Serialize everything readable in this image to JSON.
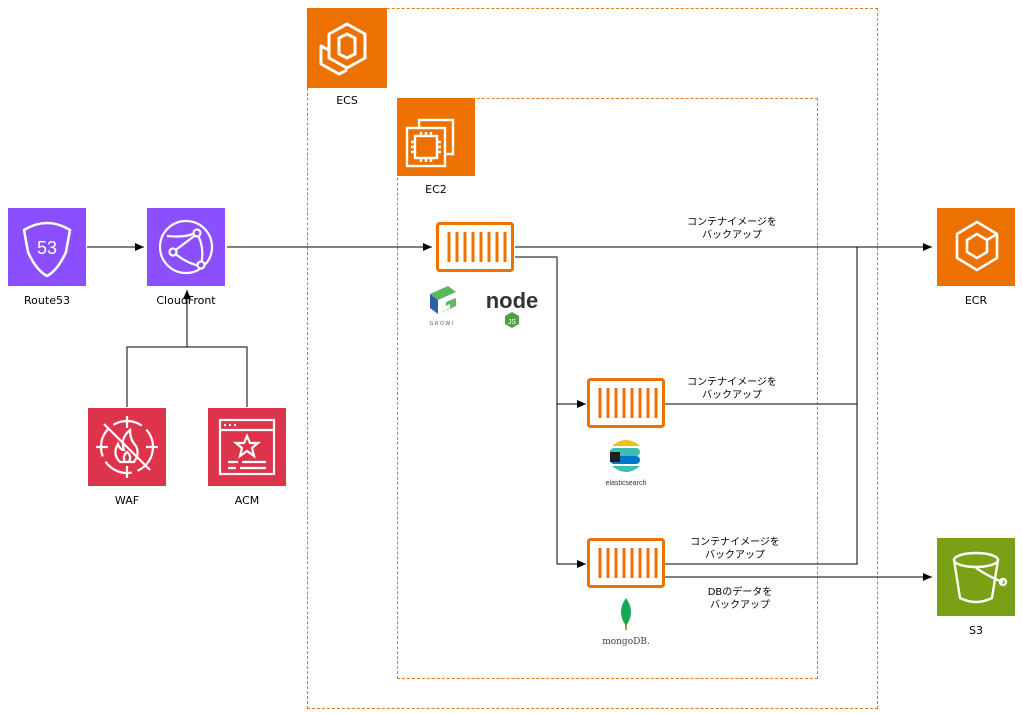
{
  "groups": {
    "ecs": {
      "label": "ECS"
    },
    "ec2": {
      "label": "EC2"
    }
  },
  "nodes": {
    "route53": {
      "label": "Route53",
      "badge": "53",
      "color": "#8C4FFF"
    },
    "cloudfront": {
      "label": "CloudFront",
      "color": "#8C4FFF"
    },
    "waf": {
      "label": "WAF",
      "color": "#DD344C"
    },
    "acm": {
      "label": "ACM",
      "color": "#DD344C"
    },
    "ecr": {
      "label": "ECR",
      "color": "#ED7100"
    },
    "s3": {
      "label": "S3",
      "color": "#7AA116"
    }
  },
  "containers": {
    "growi": {
      "logo_text": "GROWI"
    },
    "node": {
      "logo_text": "node",
      "badge": "JS"
    },
    "elasticsearch": {
      "logo_text": "elasticsearch"
    },
    "mongodb": {
      "logo_text": "mongoDB."
    }
  },
  "notes": {
    "backup1": {
      "line1": "コンテナイメージを",
      "line2": "バックアップ"
    },
    "backup2": {
      "line1": "コンテナイメージを",
      "line2": "バックアップ"
    },
    "backup3": {
      "line1": "コンテナイメージを",
      "line2": "バックアップ"
    },
    "db_backup": {
      "line1": "DBのデータを",
      "line2": "バックアップ"
    }
  },
  "colors": {
    "container_orange": "#ED7100",
    "dashed_border": "#E07A1A",
    "growi_green": "#5CB85C",
    "growi_blue": "#2C5FA8",
    "node_green": "#539E43",
    "mongo_green": "#13AA52"
  }
}
